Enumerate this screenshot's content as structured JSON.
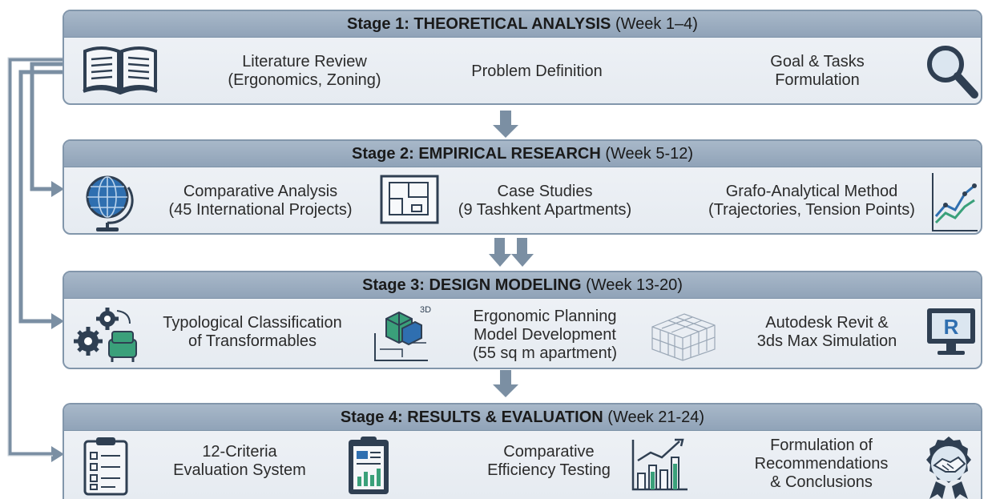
{
  "stages": [
    {
      "title": "Stage 1: THEORETICAL ANALYSIS",
      "weeks": "(Week 1–4)",
      "items": [
        {
          "lines": [
            "Literature Review",
            "(Ergonomics, Zoning)"
          ]
        },
        {
          "lines": [
            "Problem Definition"
          ]
        },
        {
          "lines": [
            "Goal & Tasks",
            "Formulation"
          ]
        }
      ],
      "icons": [
        "book-icon",
        "magnifier-icon"
      ]
    },
    {
      "title": "Stage 2: EMPIRICAL RESEARCH",
      "weeks": "(Week 5-12)",
      "items": [
        {
          "lines": [
            "Comparative Analysis",
            "(45 International Projects)"
          ]
        },
        {
          "lines": [
            "Case Studies",
            "(9 Tashkent Apartments)"
          ]
        },
        {
          "lines": [
            "Grafo-Analytical Method",
            "(Trajectories, Tension Points)"
          ]
        }
      ],
      "icons": [
        "globe-icon",
        "floor-plan-icon",
        "line-graph-icon"
      ]
    },
    {
      "title": "Stage 3: DESIGN MODELING",
      "weeks": "(Week 13-20)",
      "items": [
        {
          "lines": [
            "Typological Classification",
            "of Transformables"
          ]
        },
        {
          "lines": [
            "Ergonomic Planning",
            "Model Development",
            "(55 sq m apartment)"
          ]
        },
        {
          "lines": [
            "Autodesk Revit &",
            "3ds Max Simulation"
          ]
        }
      ],
      "icons": [
        "gears-chair-icon",
        "3d-model-icon",
        "wireframe-icon",
        "revit-monitor-icon"
      ],
      "badge_3d": "3D",
      "revit_letter": "R"
    },
    {
      "title": "Stage 4: RESULTS & EVALUATION",
      "weeks": "(Week 21-24)",
      "items": [
        {
          "lines": [
            "12-Criteria",
            "Evaluation System"
          ]
        },
        {
          "lines": [
            "Comparative",
            "Efficiency Testing"
          ]
        },
        {
          "lines": [
            "Formulation of",
            "Recommendations",
            "& Conclusions"
          ]
        }
      ],
      "icons": [
        "checklist-icon",
        "report-clipboard-icon",
        "bar-chart-icon",
        "handshake-award-icon"
      ]
    }
  ],
  "colors": {
    "header": "#98aabd",
    "panel": "#eaeef3",
    "border": "#8296ab",
    "arrow": "#7b8fa3",
    "icon_dark": "#2f3f52",
    "icon_blue": "#2f6fb0",
    "icon_green": "#3aa07a"
  }
}
